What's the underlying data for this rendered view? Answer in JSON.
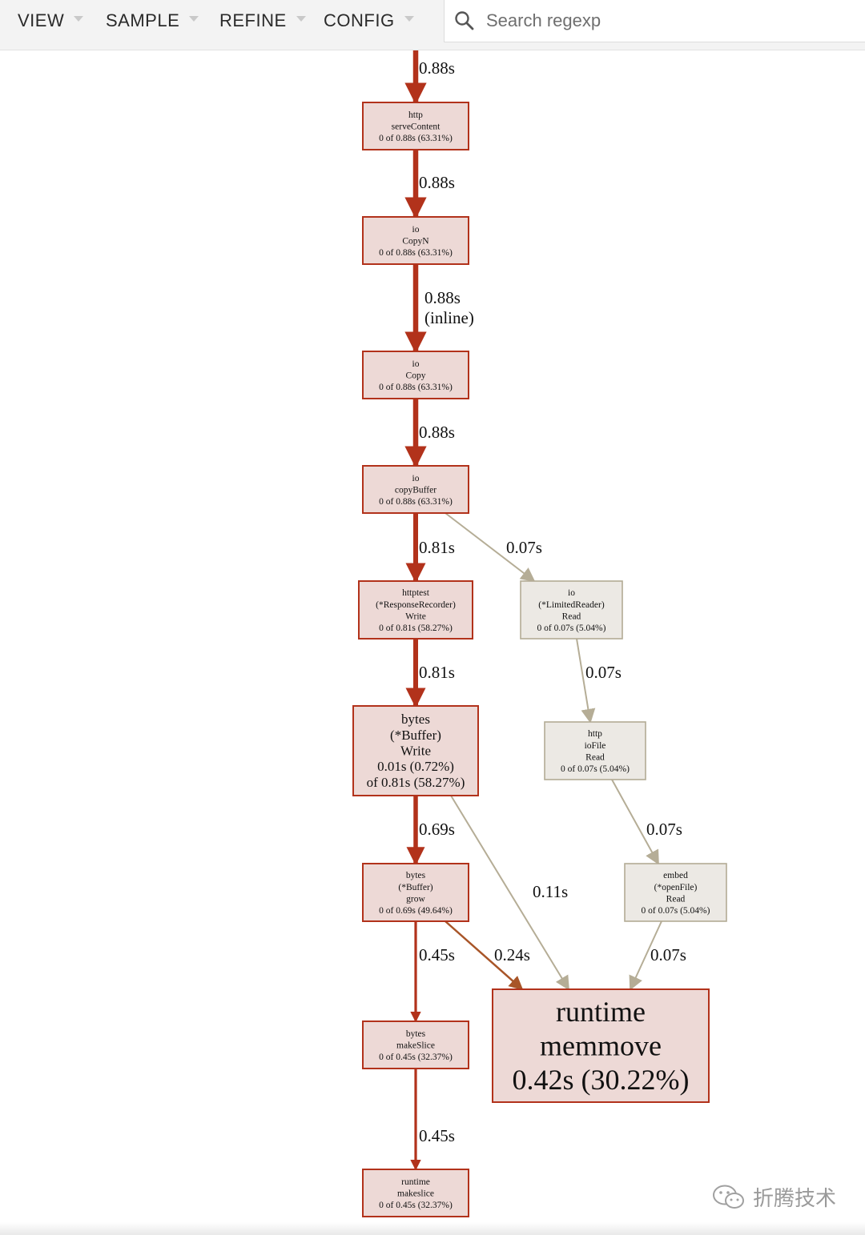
{
  "menu": [
    {
      "id": "view",
      "label": "VIEW"
    },
    {
      "id": "sample",
      "label": "SAMPLE"
    },
    {
      "id": "refine",
      "label": "REFINE"
    },
    {
      "id": "config",
      "label": "CONFIG"
    }
  ],
  "search": {
    "placeholder": "Search regexp",
    "icon": "search-icon"
  },
  "colors": {
    "hot_edge": "#b2321b",
    "warm_edge": "#a85528",
    "cold_edge": "#b5ad96",
    "hot_fill": "#edd9d6",
    "hot_stroke": "#b2321b",
    "cold_fill": "#ece9e4",
    "cold_stroke": "#b3ab95"
  },
  "nodes": [
    {
      "id": "http_serveContent",
      "lines": [
        "http",
        "serveContent",
        "0 of 0.88s (63.31%)"
      ],
      "style": "hot"
    },
    {
      "id": "io_CopyN",
      "lines": [
        "io",
        "CopyN",
        "0 of 0.88s (63.31%)"
      ],
      "style": "hot"
    },
    {
      "id": "io_Copy",
      "lines": [
        "io",
        "Copy",
        "0 of 0.88s (63.31%)"
      ],
      "style": "hot"
    },
    {
      "id": "io_copyBuffer",
      "lines": [
        "io",
        "copyBuffer",
        "0 of 0.88s (63.31%)"
      ],
      "style": "hot"
    },
    {
      "id": "httptest_Write",
      "lines": [
        "httptest",
        "(*ResponseRecorder)",
        "Write",
        "0 of 0.81s (58.27%)"
      ],
      "style": "hot"
    },
    {
      "id": "io_LimitedReader_Read",
      "lines": [
        "io",
        "(*LimitedReader)",
        "Read",
        "0 of 0.07s (5.04%)"
      ],
      "style": "cold"
    },
    {
      "id": "bytes_Buffer_Write",
      "lines": [
        "bytes",
        "(*Buffer)",
        "Write",
        "0.01s (0.72%)",
        "of 0.81s (58.27%)"
      ],
      "style": "hot"
    },
    {
      "id": "http_ioFile_Read",
      "lines": [
        "http",
        "ioFile",
        "Read",
        "0 of 0.07s (5.04%)"
      ],
      "style": "cold"
    },
    {
      "id": "bytes_Buffer_grow",
      "lines": [
        "bytes",
        "(*Buffer)",
        "grow",
        "0 of 0.69s (49.64%)"
      ],
      "style": "hot"
    },
    {
      "id": "embed_openFile_Read",
      "lines": [
        "embed",
        "(*openFile)",
        "Read",
        "0 of 0.07s (5.04%)"
      ],
      "style": "cold"
    },
    {
      "id": "runtime_memmove",
      "lines": [
        "runtime",
        "memmove",
        "0.42s (30.22%)"
      ],
      "style": "hot"
    },
    {
      "id": "bytes_makeSlice",
      "lines": [
        "bytes",
        "makeSlice",
        "0 of 0.45s (32.37%)"
      ],
      "style": "hot"
    },
    {
      "id": "runtime_makeslice",
      "lines": [
        "runtime",
        "makeslice",
        "0 of 0.45s (32.37%)"
      ],
      "style": "hot"
    }
  ],
  "edges": [
    {
      "id": "e_top",
      "lines": [
        "0.88s"
      ],
      "from": "",
      "to": "http_serveContent",
      "weight": 0.88,
      "style": "hot"
    },
    {
      "id": "e1",
      "lines": [
        "0.88s"
      ],
      "from": "http_serveContent",
      "to": "io_CopyN",
      "weight": 0.88,
      "style": "hot"
    },
    {
      "id": "e2",
      "lines": [
        "0.88s",
        "(inline)"
      ],
      "from": "io_CopyN",
      "to": "io_Copy",
      "weight": 0.88,
      "style": "hot"
    },
    {
      "id": "e3",
      "lines": [
        "0.88s"
      ],
      "from": "io_Copy",
      "to": "io_copyBuffer",
      "weight": 0.88,
      "style": "hot"
    },
    {
      "id": "e4",
      "lines": [
        "0.81s"
      ],
      "from": "io_copyBuffer",
      "to": "httptest_Write",
      "weight": 0.81,
      "style": "hot"
    },
    {
      "id": "e5",
      "lines": [
        "0.07s"
      ],
      "from": "io_copyBuffer",
      "to": "io_LimitedReader_Read",
      "weight": 0.07,
      "style": "cold"
    },
    {
      "id": "e6",
      "lines": [
        "0.81s"
      ],
      "from": "httptest_Write",
      "to": "bytes_Buffer_Write",
      "weight": 0.81,
      "style": "hot"
    },
    {
      "id": "e7",
      "lines": [
        "0.07s"
      ],
      "from": "io_LimitedReader_Read",
      "to": "http_ioFile_Read",
      "weight": 0.07,
      "style": "cold"
    },
    {
      "id": "e8",
      "lines": [
        "0.69s"
      ],
      "from": "bytes_Buffer_Write",
      "to": "bytes_Buffer_grow",
      "weight": 0.69,
      "style": "hot"
    },
    {
      "id": "e9",
      "lines": [
        "0.11s"
      ],
      "from": "bytes_Buffer_Write",
      "to": "runtime_memmove",
      "weight": 0.11,
      "style": "cold"
    },
    {
      "id": "e10",
      "lines": [
        "0.07s"
      ],
      "from": "http_ioFile_Read",
      "to": "embed_openFile_Read",
      "weight": 0.07,
      "style": "cold"
    },
    {
      "id": "e11",
      "lines": [
        "0.45s"
      ],
      "from": "bytes_Buffer_grow",
      "to": "bytes_makeSlice",
      "weight": 0.45,
      "style": "hot"
    },
    {
      "id": "e12",
      "lines": [
        "0.24s"
      ],
      "from": "bytes_Buffer_grow",
      "to": "runtime_memmove",
      "weight": 0.24,
      "style": "warm"
    },
    {
      "id": "e13",
      "lines": [
        "0.07s"
      ],
      "from": "embed_openFile_Read",
      "to": "runtime_memmove",
      "weight": 0.07,
      "style": "cold"
    },
    {
      "id": "e14",
      "lines": [
        "0.45s"
      ],
      "from": "bytes_makeSlice",
      "to": "runtime_makeslice",
      "weight": 0.45,
      "style": "hot"
    }
  ],
  "watermark": {
    "text": "折腾技术",
    "icon": "wechat-icon"
  }
}
